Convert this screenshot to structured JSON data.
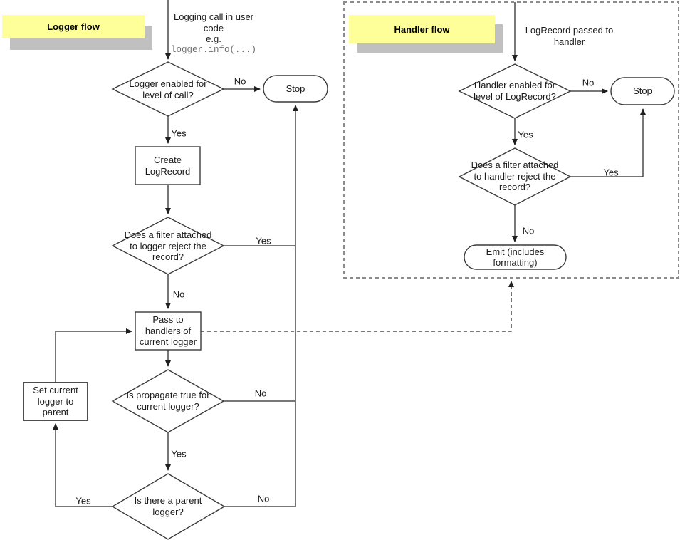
{
  "logger_flow": {
    "title": "Logger flow",
    "entry_text": "Logging call in user\ncode\ne.g.",
    "entry_code": "logger.info(...)",
    "nodes": {
      "level_check": "Logger enabled for\nlevel of call?",
      "stop": "Stop",
      "create_logrecord": "Create\nLogRecord",
      "filter_check": "Does a filter attached\nto logger reject the\nrecord?",
      "pass_to_handlers": "Pass to\nhandlers of\ncurrent logger",
      "propagate_check": "Is propagate true for\ncurrent logger?",
      "parent_check": "Is there a parent\nlogger?",
      "set_parent": "Set current\nlogger to parent"
    },
    "labels": {
      "level_no": "No",
      "level_yes": "Yes",
      "filter_yes": "Yes",
      "filter_no": "No",
      "propagate_no": "No",
      "propagate_yes": "Yes",
      "parent_yes": "Yes",
      "parent_no": "No"
    }
  },
  "handler_flow": {
    "title": "Handler flow",
    "entry_text": "LogRecord passed to\nhandler",
    "nodes": {
      "level_check": "Handler enabled for\nlevel of LogRecord?",
      "stop": "Stop",
      "filter_check": "Does a filter attached\nto handler reject the\nrecord?",
      "emit": "Emit (includes formatting)"
    },
    "labels": {
      "level_no": "No",
      "level_yes": "Yes",
      "filter_yes": "Yes",
      "filter_no": "No"
    }
  },
  "colors": {
    "header_bg": "#FFFF99",
    "header_shadow": "#C0C0C0",
    "line": "#4a4a4a",
    "code_text": "#707070"
  }
}
